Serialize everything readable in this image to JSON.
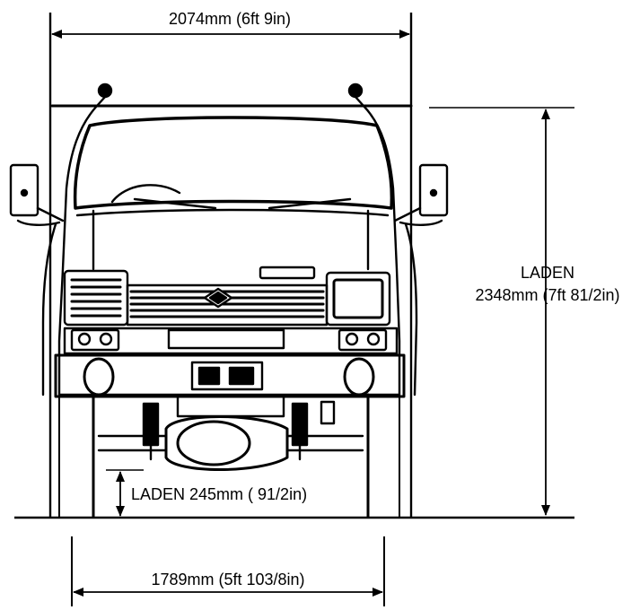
{
  "dimensions": {
    "overall_width": "2074mm (6ft 9in)",
    "height_heading": "LADEN",
    "height": "2348mm (7ft 81/2in)",
    "ground_clearance": "LADEN 245mm ( 91/2in)",
    "track": "1789mm (5ft 103/8in)"
  },
  "colors": {
    "ink": "#000000",
    "background": "#ffffff"
  }
}
